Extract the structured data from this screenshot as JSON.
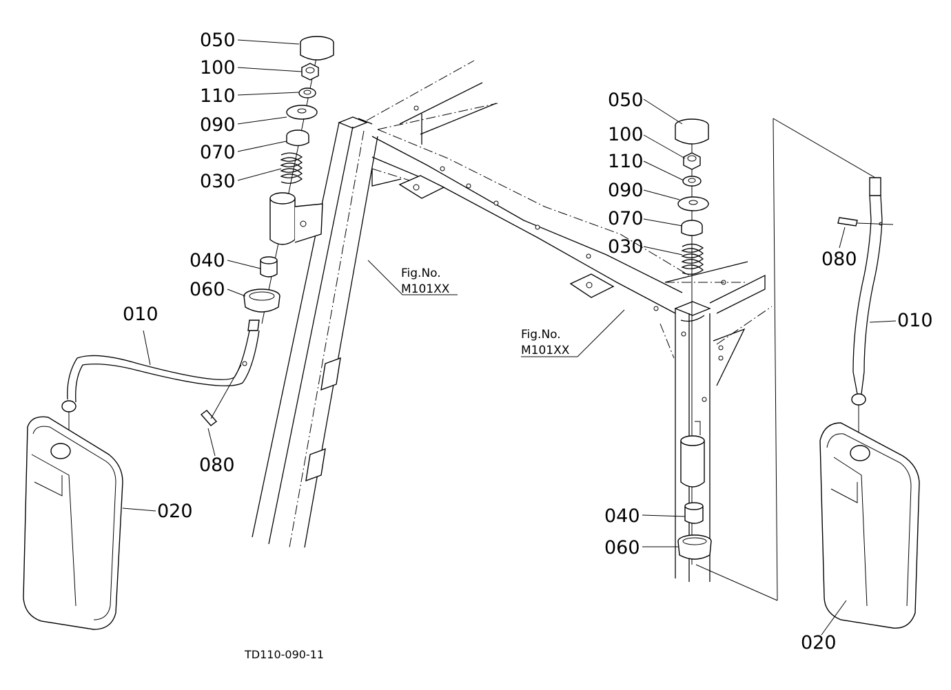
{
  "left_assembly": {
    "labels": [
      "050",
      "100",
      "110",
      "090",
      "070",
      "030",
      "040",
      "060",
      "010",
      "080",
      "020"
    ]
  },
  "right_assembly": {
    "labels": [
      "050",
      "100",
      "110",
      "090",
      "070",
      "030",
      "040",
      "060",
      "080",
      "010",
      "020"
    ]
  },
  "figure_refs": {
    "left": {
      "line1": "Fig.No.",
      "line2": "M101XX"
    },
    "right": {
      "line1": "Fig.No.",
      "line2": "M101XX"
    }
  },
  "drawing_code": "TD110-090-11"
}
